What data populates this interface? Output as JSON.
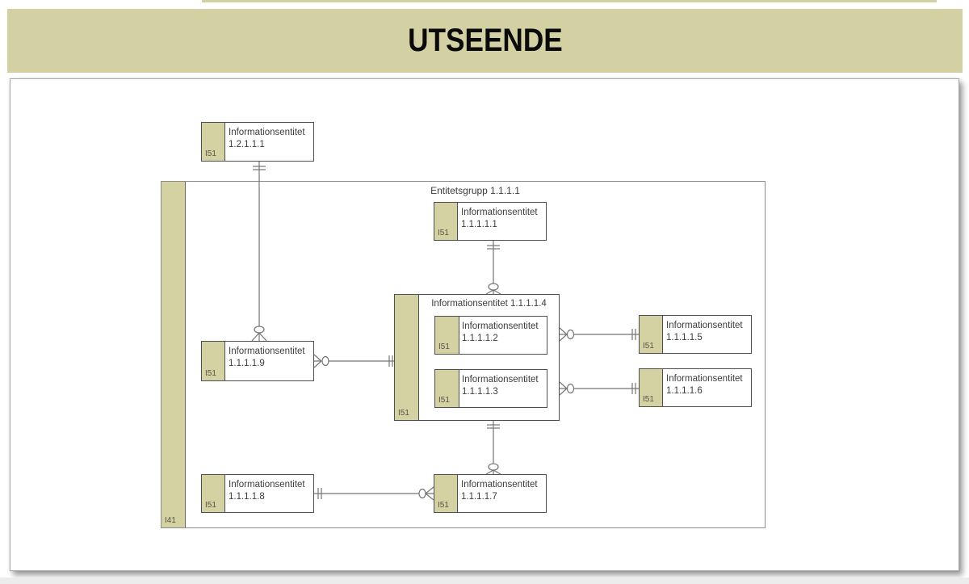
{
  "banner": {
    "title": "UTSEENDE"
  },
  "diagram": {
    "group": {
      "label": "Entitetsgrupp 1.1.1.1",
      "tag": "I41"
    },
    "container": {
      "label": "Informationsentitet 1.1.1.1.4",
      "tag": "I51"
    },
    "entities": [
      {
        "name": "Informationsentitet",
        "number": "1.2.1.1.1",
        "tag": "I51"
      },
      {
        "name": "Informationsentitet",
        "number": "1.1.1.1.1",
        "tag": "I51"
      },
      {
        "name": "Informationsentitet",
        "number": "1.1.1.1.2",
        "tag": "I51"
      },
      {
        "name": "Informationsentitet",
        "number": "1.1.1.1.3",
        "tag": "I51"
      },
      {
        "name": "Informationsentitet",
        "number": "1.1.1.1.9",
        "tag": "I51"
      },
      {
        "name": "Informationsentitet",
        "number": "1.1.1.1.5",
        "tag": "I51"
      },
      {
        "name": "Informationsentitet",
        "number": "1.1.1.1.6",
        "tag": "I51"
      },
      {
        "name": "Informationsentitet",
        "number": "1.1.1.1.8",
        "tag": "I51"
      },
      {
        "name": "Informationsentitet",
        "number": "1.1.1.1.7",
        "tag": "I51"
      }
    ],
    "connections": [
      {
        "a": "1.2.1.1.1",
        "a_end": "one (double bar)",
        "b": "1.1.1.1.9",
        "b_end": "zero-or-many (circle + crow's foot)"
      },
      {
        "a": "1.1.1.1.1",
        "a_end": "one (double bar)",
        "b": "1.1.1.1.4",
        "b_end": "zero-or-many (circle + crow's foot)"
      },
      {
        "a": "1.1.1.1.4",
        "a_end": "one (double bar)",
        "b": "1.1.1.1.9",
        "b_end": "zero-or-many (circle + crow's foot)"
      },
      {
        "a": "1.1.1.1.5",
        "a_end": "one (double bar)",
        "b": "1.1.1.1.4",
        "b_end": "zero-or-many (circle + crow's foot)"
      },
      {
        "a": "1.1.1.1.6",
        "a_end": "one (double bar)",
        "b": "1.1.1.1.4",
        "b_end": "zero-or-many (circle + crow's foot)"
      },
      {
        "a": "1.1.1.1.4",
        "a_end": "one (double bar)",
        "b": "1.1.1.1.7",
        "b_end": "zero-or-many (circle + crow's foot)"
      },
      {
        "a": "1.1.1.1.8",
        "a_end": "one (double bar)",
        "b": "1.1.1.1.7",
        "b_end": "zero-or-many (circle + crow's foot)"
      }
    ]
  },
  "colors": {
    "khaki": "#d3d1a4",
    "strip_fill": "#d4d2a2",
    "entity_border": "#4f4f4f",
    "group_border": "#8c8c8c",
    "wire": "#757575",
    "text": "#3c3c3c"
  }
}
